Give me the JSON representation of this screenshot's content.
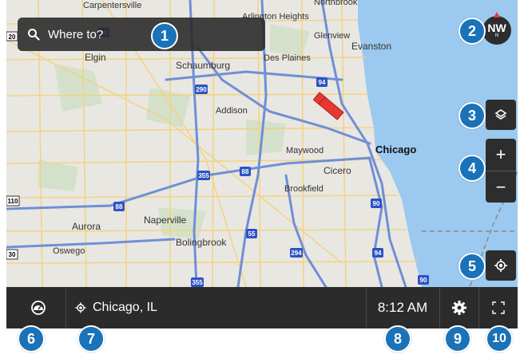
{
  "search": {
    "placeholder_text": "Where to?",
    "icon": "search-icon"
  },
  "compass": {
    "label": "NW",
    "sub_label": "N"
  },
  "map": {
    "cities": [
      "Carpentersville",
      "Arlington Heights",
      "Northbrook",
      "Glenview",
      "Evanston",
      "Elgin",
      "Schaumburg",
      "Des Plaines",
      "Addison",
      "Maywood",
      "Chicago",
      "Cicero",
      "Brookfield",
      "Naperville",
      "Aurora",
      "Bolingbrook",
      "Oswego"
    ],
    "highways": [
      "20",
      "290",
      "94",
      "355",
      "88",
      "110",
      "88",
      "90",
      "30",
      "55",
      "294",
      "94",
      "90",
      "355",
      "90"
    ],
    "colors": {
      "water": "#9cc9ef",
      "land": "#e9e7e2",
      "road": "#f2d27e",
      "highway": "#6f8fd6",
      "truck": "#e53935"
    }
  },
  "controls": {
    "layers_icon": "layers-icon",
    "zoom_in": "+",
    "zoom_out": "−",
    "locate_icon": "locate-icon"
  },
  "bottom_bar": {
    "dashboard_icon": "speedometer-icon",
    "location_icon": "location-icon",
    "location": "Chicago, IL",
    "time": "8:12 AM",
    "settings_icon": "gear-icon",
    "fullscreen_icon": "fullscreen-icon"
  },
  "callouts": [
    "1",
    "2",
    "3",
    "4",
    "5",
    "6",
    "7",
    "8",
    "9",
    "10"
  ],
  "accent_color": "#1a72b8"
}
